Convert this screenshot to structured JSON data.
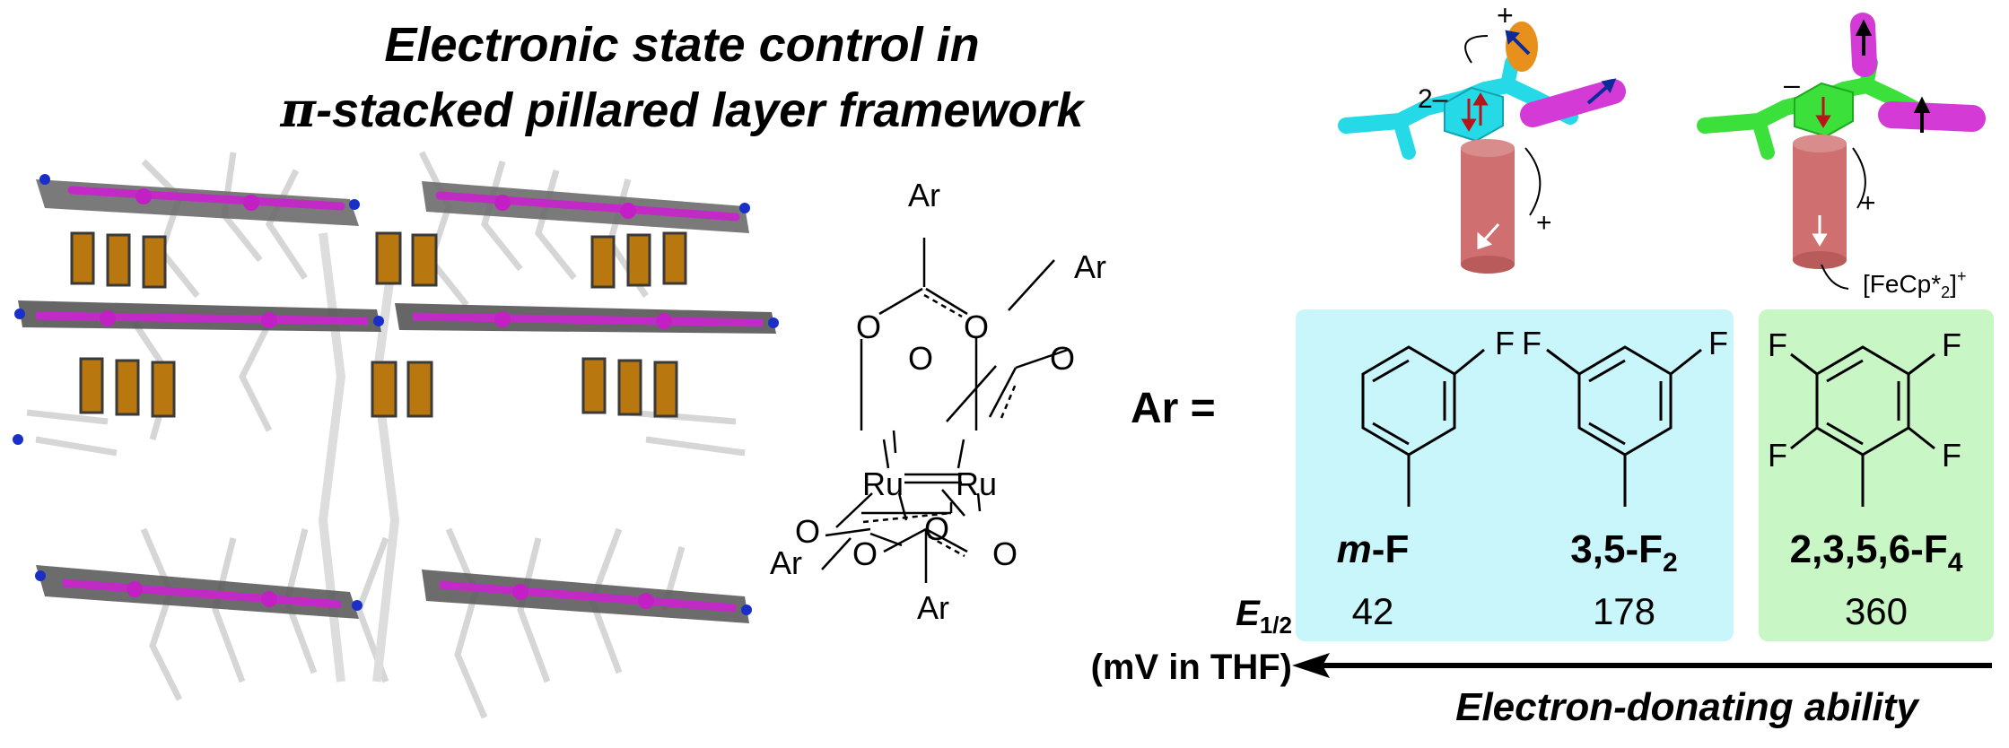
{
  "title": {
    "line1": "Electronic state control in",
    "line2_symbol": "π",
    "line2_rest": "-stacked pillared layer framework"
  },
  "complex": {
    "ar": "Ar",
    "o": "O",
    "ru": "Ru"
  },
  "ar_equals": "Ar =",
  "substituents": [
    {
      "name_main": "m",
      "name_rest": "-F",
      "value": "42",
      "f_label": "F"
    },
    {
      "name_main": "3,5-F",
      "name_sub": "2",
      "value": "178",
      "f_label": "F"
    },
    {
      "name_main": "2,3,5,6-F",
      "name_sub": "4",
      "value": "360",
      "f_label": "F"
    }
  ],
  "e_half": {
    "symbol": "E",
    "sub": "1/2",
    "unit": "(mV in THF)"
  },
  "arrow_label": "Electron-donating ability",
  "charge_labels": {
    "plus": "+",
    "minus": "–",
    "two_minus": "2–"
  },
  "fecp_label": {
    "main": "[FeCp*",
    "sub": "2",
    "close": "]",
    "sup": "+"
  },
  "colors": {
    "cyan_panel": "#c9f6fb",
    "green_panel": "#c8f6c4",
    "cyan_molecule": "#26d9e6",
    "green_molecule": "#3be03b",
    "magenta": "#d43ad6",
    "orange": "#e8901c",
    "pillar": "#cf6f70",
    "arrow_red": "#b8141a",
    "arrow_blue": "#0d2a9a"
  }
}
